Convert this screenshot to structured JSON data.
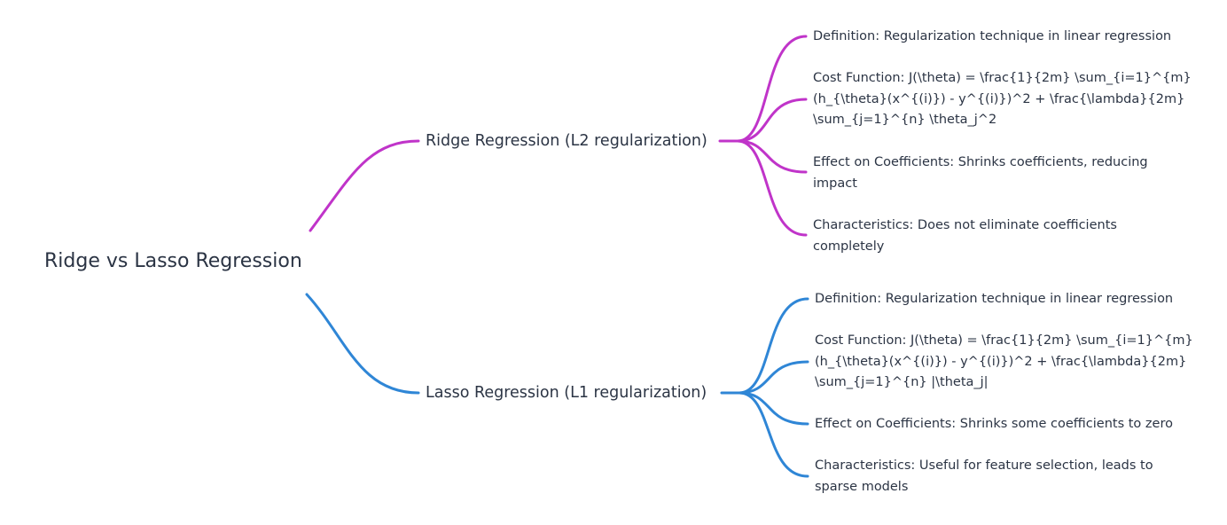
{
  "colors": {
    "ridge_branch": "#c034c9",
    "lasso_branch": "#2f86d6",
    "text": "#2b3444",
    "background": "#ffffff"
  },
  "root": {
    "label": "Ridge vs Lasso Regression"
  },
  "ridge": {
    "label": "Ridge Regression (L2 regularization)",
    "definition": "Definition: Regularization technique in linear regression",
    "cost_line1": "Cost Function: J(\\theta) = \\frac{1}{2m} \\sum_{i=1}^{m}",
    "cost_line2": "(h_{\\theta}(x^{(i)}) - y^{(i)})^2 + \\frac{\\lambda}{2m}",
    "cost_line3": "\\sum_{j=1}^{n} \\theta_j^2",
    "effect_line1": "Effect on Coefficients: Shrinks coefficients, reducing",
    "effect_line2": "impact",
    "char_line1": "Characteristics: Does not eliminate coefficients",
    "char_line2": "completely"
  },
  "lasso": {
    "label": "Lasso Regression (L1 regularization)",
    "definition": "Definition: Regularization technique in linear regression",
    "cost_line1": "Cost Function: J(\\theta) = \\frac{1}{2m} \\sum_{i=1}^{m}",
    "cost_line2": "(h_{\\theta}(x^{(i)}) - y^{(i)})^2 + \\frac{\\lambda}{2m}",
    "cost_line3": "\\sum_{j=1}^{n} |\\theta_j|",
    "effect": "Effect on Coefficients: Shrinks some coefficients to zero",
    "char_line1": "Characteristics: Useful for feature selection, leads to",
    "char_line2": "sparse models"
  }
}
